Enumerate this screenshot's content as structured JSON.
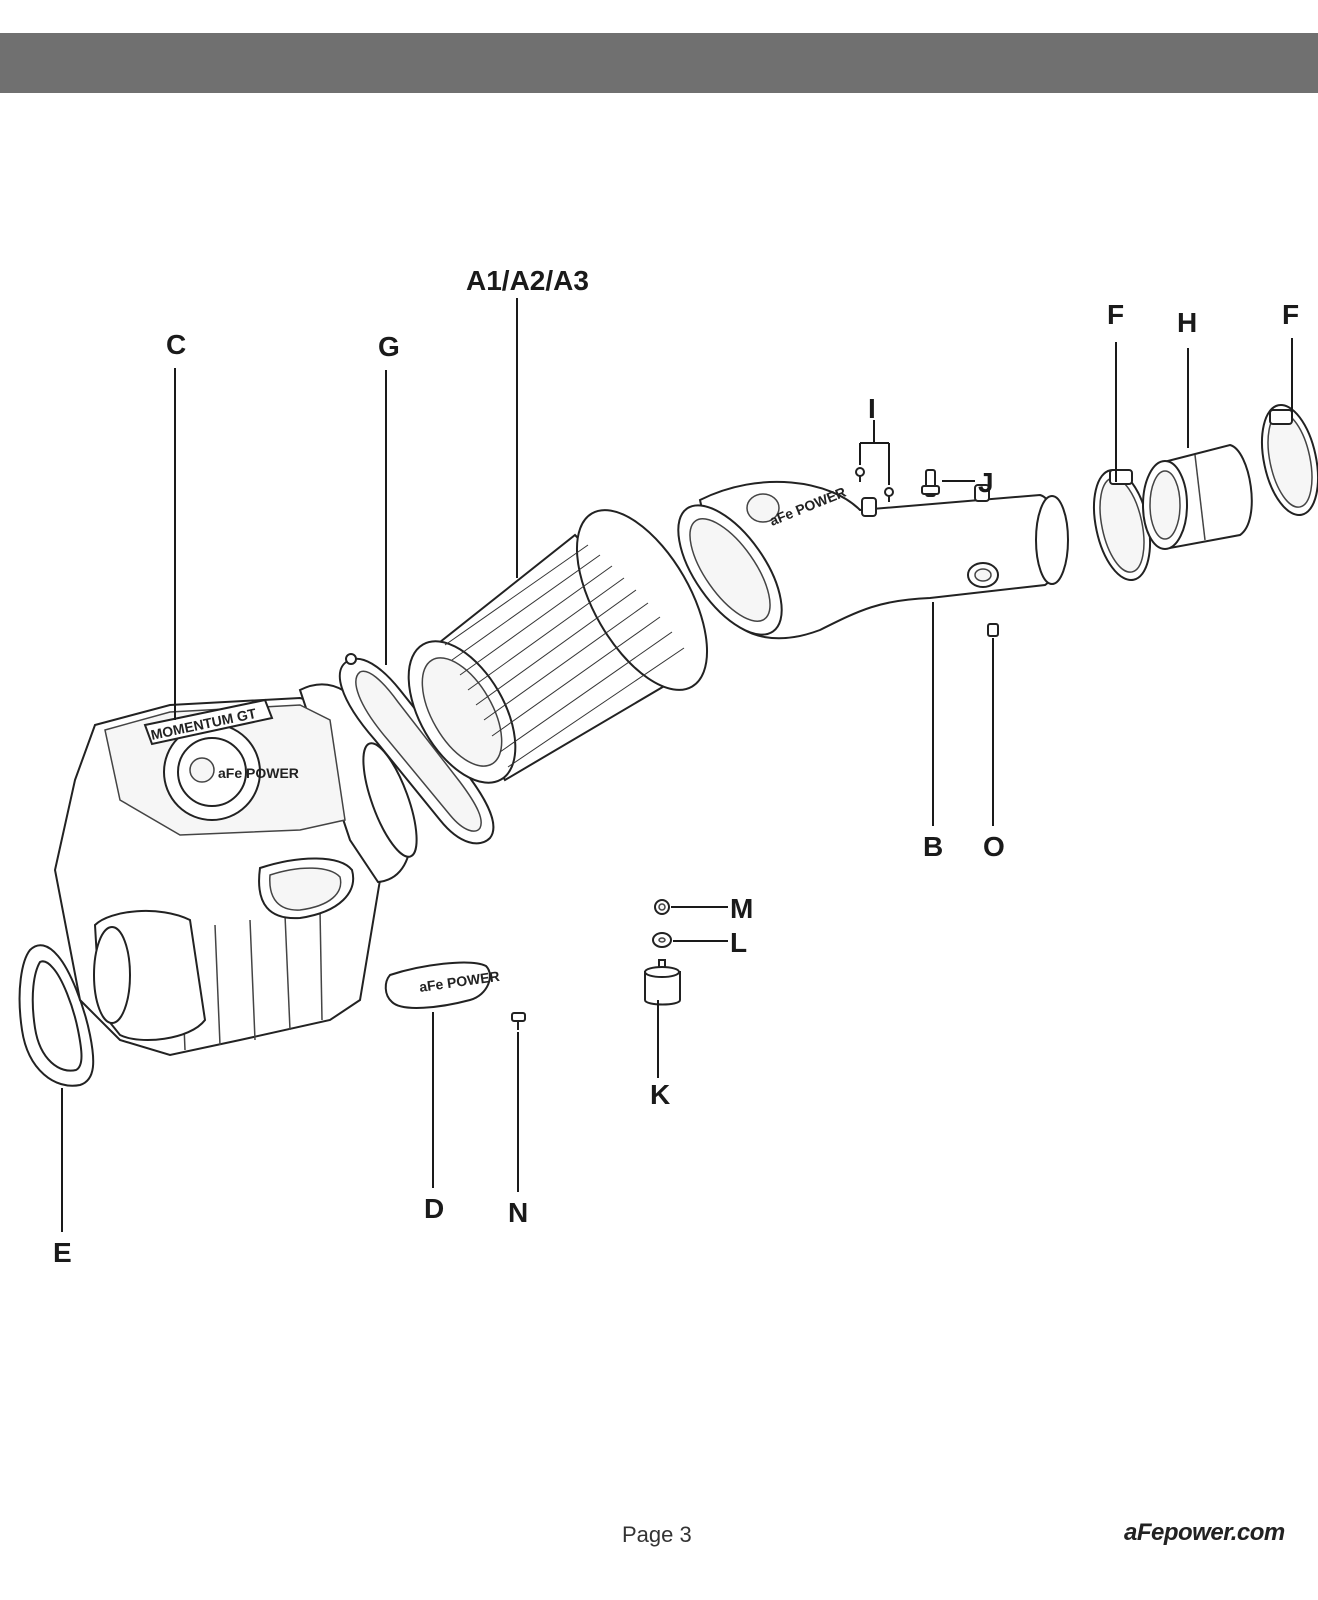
{
  "header": {
    "color": "#707070"
  },
  "labels": {
    "a": "A1/A2/A3",
    "b": "B",
    "c": "C",
    "d": "D",
    "e": "E",
    "f1": "F",
    "f2": "F",
    "g": "G",
    "h": "H",
    "i": "I",
    "j": "J",
    "k": "K",
    "l": "L",
    "m": "M",
    "n": "N",
    "o": "O"
  },
  "brand": {
    "intake_tube": "aFe POWER",
    "housing_lid": "aFe POWER",
    "housing_badge": "MOMENTUM GT",
    "cap": "aFe POWER"
  },
  "footer": {
    "page": "Page 3",
    "site": "aFepower.com"
  }
}
